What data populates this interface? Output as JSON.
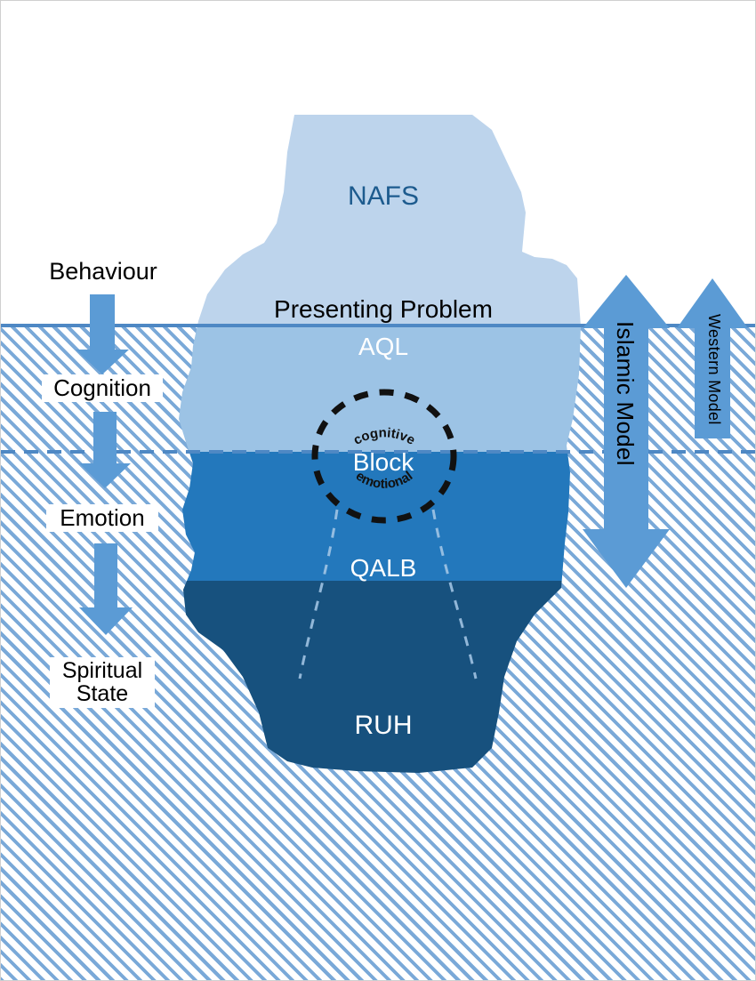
{
  "diagram": {
    "title_present": false,
    "colors": {
      "nafs": "#bdd4ec",
      "aql": "#9cc3e5",
      "qalb": "#2378bc",
      "ruh": "#17517e",
      "arrow": "#5b9bd5",
      "waterline": "#4e88c4",
      "water_hatch": "#7aa9d8",
      "nafs_text": "#1d5b8e",
      "white_text": "#ffffff",
      "black_text": "#000000"
    }
  },
  "iceberg": {
    "layers": [
      {
        "key": "nafs",
        "label": "NAFS",
        "color": "#bdd4ec",
        "zone": "above-water"
      },
      {
        "key": "aql",
        "label": "AQL",
        "color": "#9cc3e5",
        "zone": "below-waterline"
      },
      {
        "key": "qalb",
        "label": "QALB",
        "color": "#2378bc",
        "zone": "below-dashed-line"
      },
      {
        "key": "ruh",
        "label": "RUH",
        "color": "#17517e",
        "zone": "deepest"
      }
    ],
    "presenting_problem_label": "Presenting Problem"
  },
  "block": {
    "center_label": "Block",
    "top_arc_label": "cognitive",
    "bottom_arc_label": "emotional",
    "circle_style": "dashed"
  },
  "flow": {
    "steps": [
      {
        "key": "behaviour",
        "label": "Behaviour"
      },
      {
        "key": "cognition",
        "label": "Cognition"
      },
      {
        "key": "emotion",
        "label": "Emotion"
      },
      {
        "key": "spiritual",
        "label": "Spiritual\nState"
      }
    ],
    "arrow_direction": "down",
    "arrow_count": 3
  },
  "models": {
    "islamic": {
      "label": "Islamic Model",
      "arrow_type": "double-headed-vertical"
    },
    "western": {
      "label": "Western Model",
      "arrow_type": "single-up-vertical"
    }
  },
  "water": {
    "surface_line": "solid",
    "mid_line": "dashed",
    "fill": "diagonal-hatch"
  }
}
